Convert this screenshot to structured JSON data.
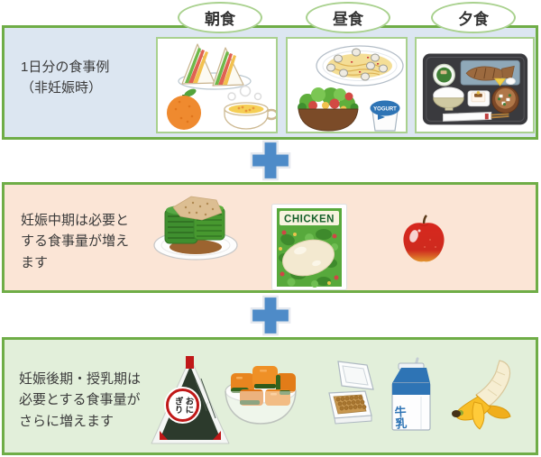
{
  "colors": {
    "section_border_green": "#6FAD47",
    "panel_border_green": "#A9D18E",
    "section1_bg": "#DCE6F1",
    "section2_bg": "#FBE5D6",
    "section3_bg": "#E2EFDA",
    "plus_blue": "#4E8BC8",
    "plus_outline": "#E4E8EE",
    "text": "#3A3A3A",
    "label_red": "#C01818",
    "milk_blue": "#2E74B5"
  },
  "bubbles": [
    {
      "label": "朝食"
    },
    {
      "label": "昼食"
    },
    {
      "label": "夕食"
    }
  ],
  "section1": {
    "label": "1日分の食事例\n（非妊娠時）",
    "yogurt_label": "YOGURT",
    "illustrations": {
      "breakfast": [
        "sandwich-plate",
        "mandarin-orange",
        "corn-soup"
      ],
      "lunch": [
        "clam-pasta",
        "salad-bowl",
        "yogurt-cup"
      ],
      "dinner": [
        "set-meal-tray"
      ]
    }
  },
  "section2": {
    "label": "妊娠中期は必要と\nする食事量が増え\nます",
    "chicken_label": "CHICKEN",
    "illustrations": [
      "spinach-ohitashi",
      "salad-chicken-package",
      "apple"
    ]
  },
  "section3": {
    "label": "妊娠後期・授乳期は\n必要とする食事量が\nさらに増えます",
    "onigiri_label": "おに\nぎり",
    "milk_label": "牛乳",
    "illustrations": [
      "onigiri",
      "simmered-pumpkin",
      "natto-pack",
      "milk-carton",
      "banana"
    ]
  }
}
